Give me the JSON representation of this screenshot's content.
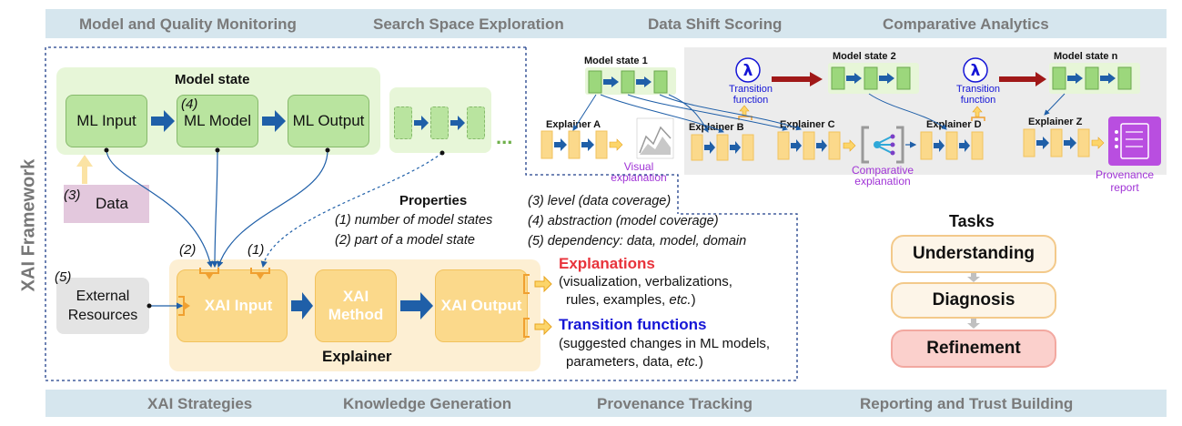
{
  "top_band": [
    "Model and Quality Monitoring",
    "Search Space Exploration",
    "Data Shift Scoring",
    "Comparative Analytics"
  ],
  "bottom_band": [
    "XAI Strategies",
    "Knowledge Generation",
    "Provenance Tracking",
    "Reporting and Trust Building"
  ],
  "framework_label": "XAI Framework",
  "model_state": {
    "title": "Model state",
    "input": "ML Input",
    "model": "ML Model",
    "model_num": "(4)",
    "output": "ML Output"
  },
  "data": {
    "num": "(3)",
    "label": "Data"
  },
  "external": {
    "num": "(5)",
    "line1": "External",
    "line2": "Resources"
  },
  "explainer": {
    "title": "Explainer",
    "input": "XAI Input",
    "method1": "XAI",
    "method2": "Method",
    "output": "XAI Output",
    "num1": "(2)",
    "num2": "(1)"
  },
  "ellipsis": "...",
  "properties": {
    "title": "Properties",
    "items": [
      "(1) number of model states",
      "(2) part of a model state"
    ],
    "items_right": [
      "(3) level (data coverage)",
      "(4) abstraction (model coverage)",
      "(5) dependency: data, model, domain"
    ]
  },
  "explanations": {
    "title": "Explanations",
    "line1": "(visualization, verbalizations,",
    "line2_pre": "rules, examples, ",
    "line2_etc": "etc.",
    "line2_post": ")"
  },
  "transitions": {
    "title": "Transition functions",
    "line1": "(suggested changes in ML models,",
    "line2_pre": "parameters, data, ",
    "line2_etc": "etc.",
    "line2_post": ")"
  },
  "tasks": {
    "title": "Tasks",
    "items": [
      "Understanding",
      "Diagnosis",
      "Refinement"
    ]
  },
  "inset": {
    "model_state_1": "Model state 1",
    "model_state_2": "Model state 2",
    "model_state_n": "Model state n",
    "transition_1": [
      "Transition",
      "function"
    ],
    "transition_2": [
      "Transition",
      "function"
    ],
    "explainer_a": "Explainer A",
    "explainer_b": "Explainer B",
    "explainer_c": "Explainer C",
    "explainer_d": "Explainer D",
    "explainer_z": "Explainer Z",
    "visual": [
      "Visual",
      "explanation"
    ],
    "comparative": [
      "Comparative",
      "explanation"
    ],
    "provenance": [
      "Provenance",
      "report"
    ]
  },
  "colors": {
    "band": "#d6e6ee",
    "green": "#b9e49f",
    "yellow": "#fbd98b",
    "arrow_blue": "#1f5fa8",
    "red": "#e8333b",
    "blue_text": "#1515d6",
    "purple": "#a033d6"
  }
}
